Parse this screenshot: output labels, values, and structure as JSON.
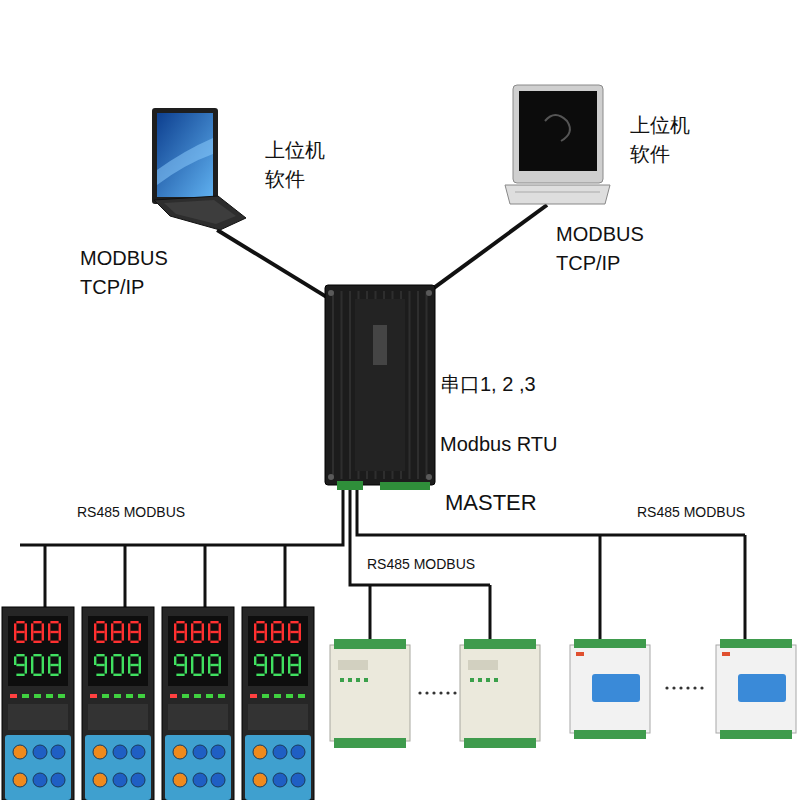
{
  "diagram": {
    "nodes": [
      {
        "text": [
          "上位机 软件",
          "MODBUS TCP/IP"
        ]
      },
      {
        "text": [
          "上位机 软件",
          "MODBUS TCP/IP"
        ]
      },
      {
        "text": [
          "串口1, 2 ,3",
          "Modbus RTU",
          "MASTER"
        ]
      }
    ],
    "edges": [
      {
        "from": 0,
        "to": 2,
        "arrow": "none"
      },
      {
        "from": 1,
        "to": 2,
        "arrow": "none"
      }
    ],
    "labels": [
      "RS485 MODBUS",
      "RS485 MODBUS",
      "RS485 MODBUS"
    ]
  }
}
